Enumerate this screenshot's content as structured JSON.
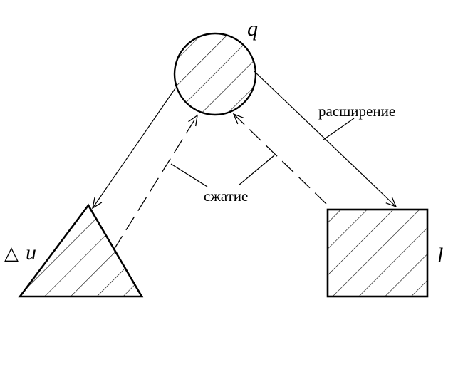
{
  "labels": {
    "circle": "q",
    "triangle_symbol": "△",
    "triangle_var": "u",
    "square": "l",
    "solid_arrow": "расширение",
    "dashed_arrows": "сжатие"
  },
  "colors": {
    "stroke": "#000000",
    "background": "#ffffff"
  }
}
